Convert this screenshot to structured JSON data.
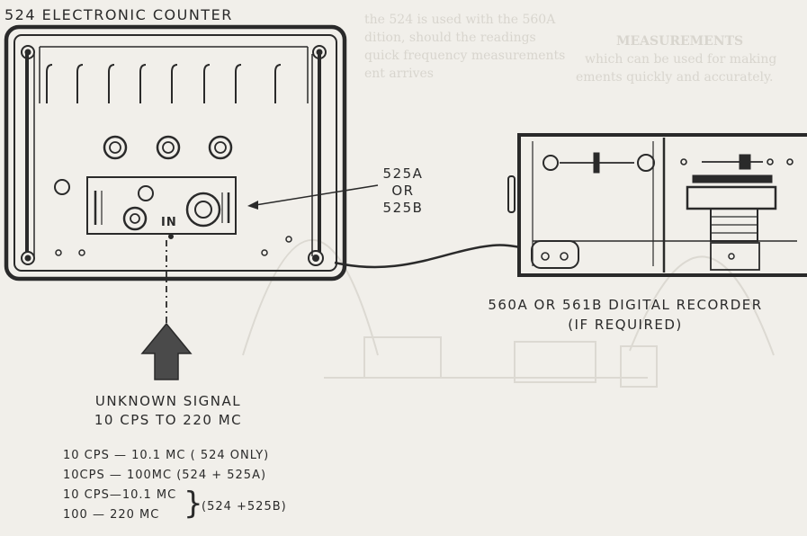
{
  "counter_title": "524 ELECTRONIC COUNTER",
  "plugin_label": {
    "line1": "525A",
    "line2": "OR",
    "line3": "525B"
  },
  "input_label": "IN",
  "recorder_label": {
    "line1": "560A OR 561B   DIGITAL  RECORDER",
    "line2": "(IF REQUIRED)"
  },
  "signal_label": {
    "line1": "UNKNOWN SIGNAL",
    "line2": "10 CPS  TO  220 MC"
  },
  "ranges": [
    "10 CPS — 10.1 MC   ( 524 ONLY)",
    "10CPS — 100MC (524 + 525A)",
    "10 CPS—10.1 MC",
    "100 — 220 MC"
  ],
  "ranges_bracket_note": "(524 +525B)",
  "bleed_through": {
    "heading": "MEASUREMENTS",
    "lines": [
      "which can be used for making",
      "ements quickly and accurately."
    ],
    "right_column": [
      "the 524 is used with the 560A",
      "dition, should the readings",
      "quick frequency measurements",
      "ent arrives"
    ]
  },
  "colors": {
    "ink": "#2a2a2a",
    "paper": "#f1efea",
    "ghost": "#d8d5ce"
  }
}
